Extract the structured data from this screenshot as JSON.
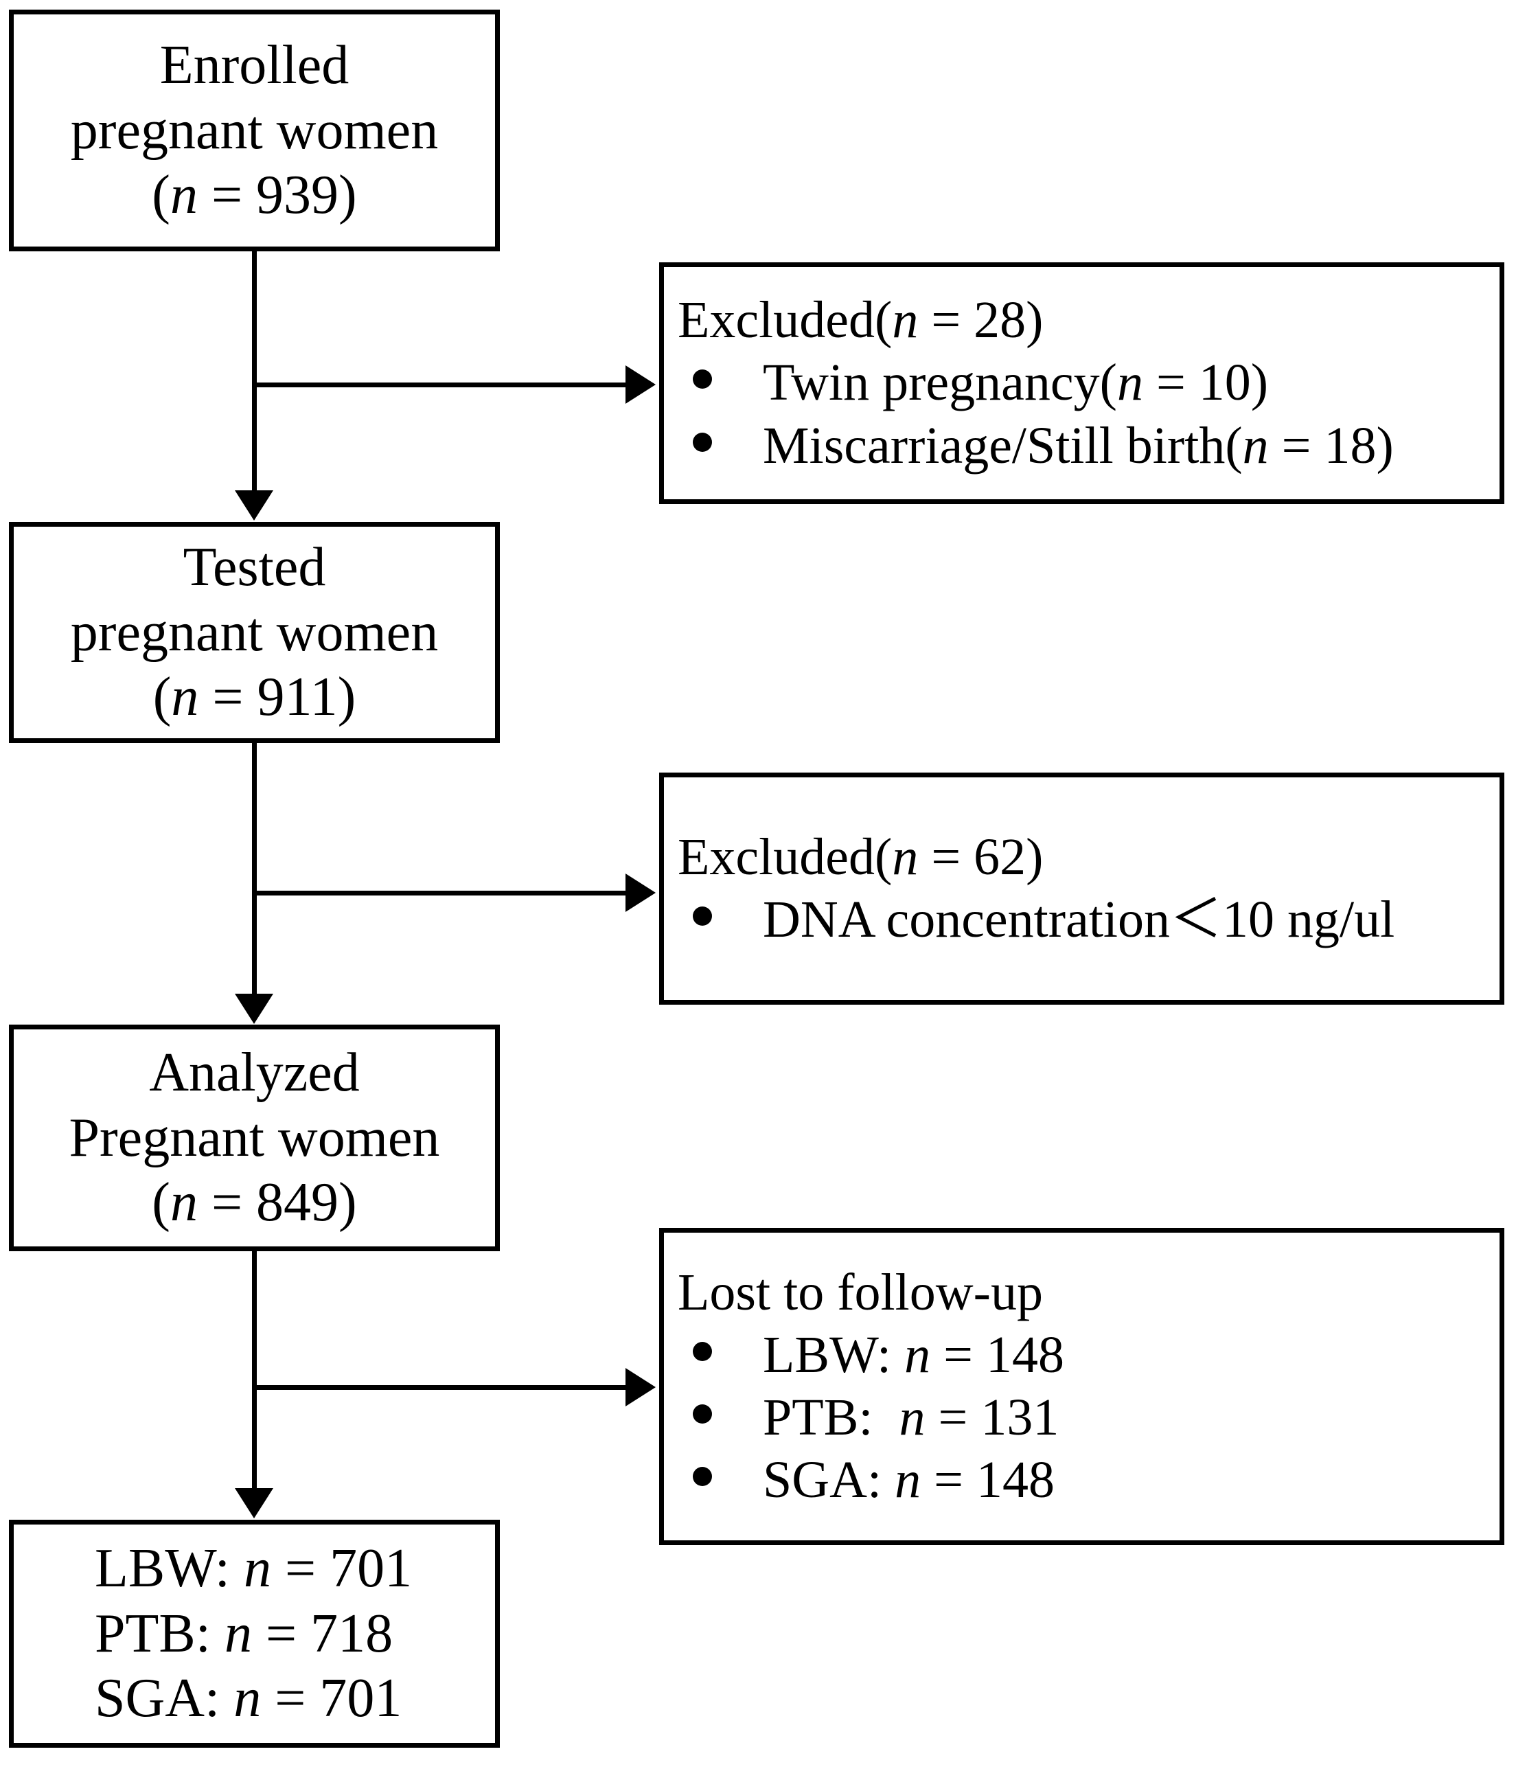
{
  "diagram": {
    "title": "Study participant flow diagram",
    "type": "flowchart",
    "stroke_color": "#000000",
    "background_color": "#ffffff"
  },
  "nodes": {
    "enrolled": {
      "line1": "Enrolled",
      "line2": "pregnant women",
      "line3_prefix": "(",
      "line3_var": "n",
      "line3_suffix": " = 939)"
    },
    "excluded1": {
      "heading_prefix": "Excluded(",
      "heading_var": "n",
      "heading_suffix": " = 28)",
      "items": [
        {
          "text_prefix": "Twin pregnancy(",
          "var": "n",
          "text_suffix": " = 10)"
        },
        {
          "text_prefix": "Miscarriage/Still birth(",
          "var": "n",
          "text_suffix": " = 18)"
        }
      ]
    },
    "tested": {
      "line1": "Tested",
      "line2": "pregnant women",
      "line3_prefix": "(",
      "line3_var": "n",
      "line3_suffix": " = 911)"
    },
    "excluded2": {
      "heading_prefix": "Excluded(",
      "heading_var": "n",
      "heading_suffix": " = 62)",
      "items": [
        {
          "text_prefix": "DNA concentration＜10 ng/ul",
          "var": "",
          "text_suffix": ""
        }
      ]
    },
    "analyzed": {
      "line1": "Analyzed",
      "line2": "Pregnant women",
      "line3_prefix": "(",
      "line3_var": "n",
      "line3_suffix": " = 849)"
    },
    "lost": {
      "heading": "Lost to follow-up",
      "items": [
        {
          "label": "LBW: ",
          "var": "n",
          "value": " = 148"
        },
        {
          "label": "PTB:  ",
          "var": "n",
          "value": " = 131"
        },
        {
          "label": "SGA: ",
          "var": "n",
          "value": " = 148"
        }
      ]
    },
    "outcomes": {
      "rows": [
        {
          "label": "LBW: ",
          "var": "n",
          "value": " = 701"
        },
        {
          "label": "PTB: ",
          "var": "n",
          "value": " = 718"
        },
        {
          "label": "SGA: ",
          "var": "n",
          "value": " = 701"
        }
      ]
    }
  },
  "chart_data": {
    "type": "flow",
    "title": "Participant flow",
    "stages": [
      {
        "name": "Enrolled pregnant women",
        "n": 939
      },
      {
        "name": "Tested pregnant women",
        "n": 911
      },
      {
        "name": "Analyzed Pregnant women",
        "n": 849
      }
    ],
    "exclusions": [
      {
        "after_stage": "Enrolled pregnant women",
        "total": 28,
        "reasons": [
          {
            "reason": "Twin pregnancy",
            "n": 10
          },
          {
            "reason": "Miscarriage/Still birth",
            "n": 18
          }
        ]
      },
      {
        "after_stage": "Tested pregnant women",
        "total": 62,
        "reasons": [
          {
            "reason": "DNA concentration < 10 ng/ul",
            "n": 62
          }
        ]
      }
    ],
    "lost_to_follow_up": [
      {
        "outcome": "LBW",
        "n": 148
      },
      {
        "outcome": "PTB",
        "n": 131
      },
      {
        "outcome": "SGA",
        "n": 148
      }
    ],
    "final_analyzed": [
      {
        "outcome": "LBW",
        "n": 701
      },
      {
        "outcome": "PTB",
        "n": 718
      },
      {
        "outcome": "SGA",
        "n": 701
      }
    ]
  }
}
